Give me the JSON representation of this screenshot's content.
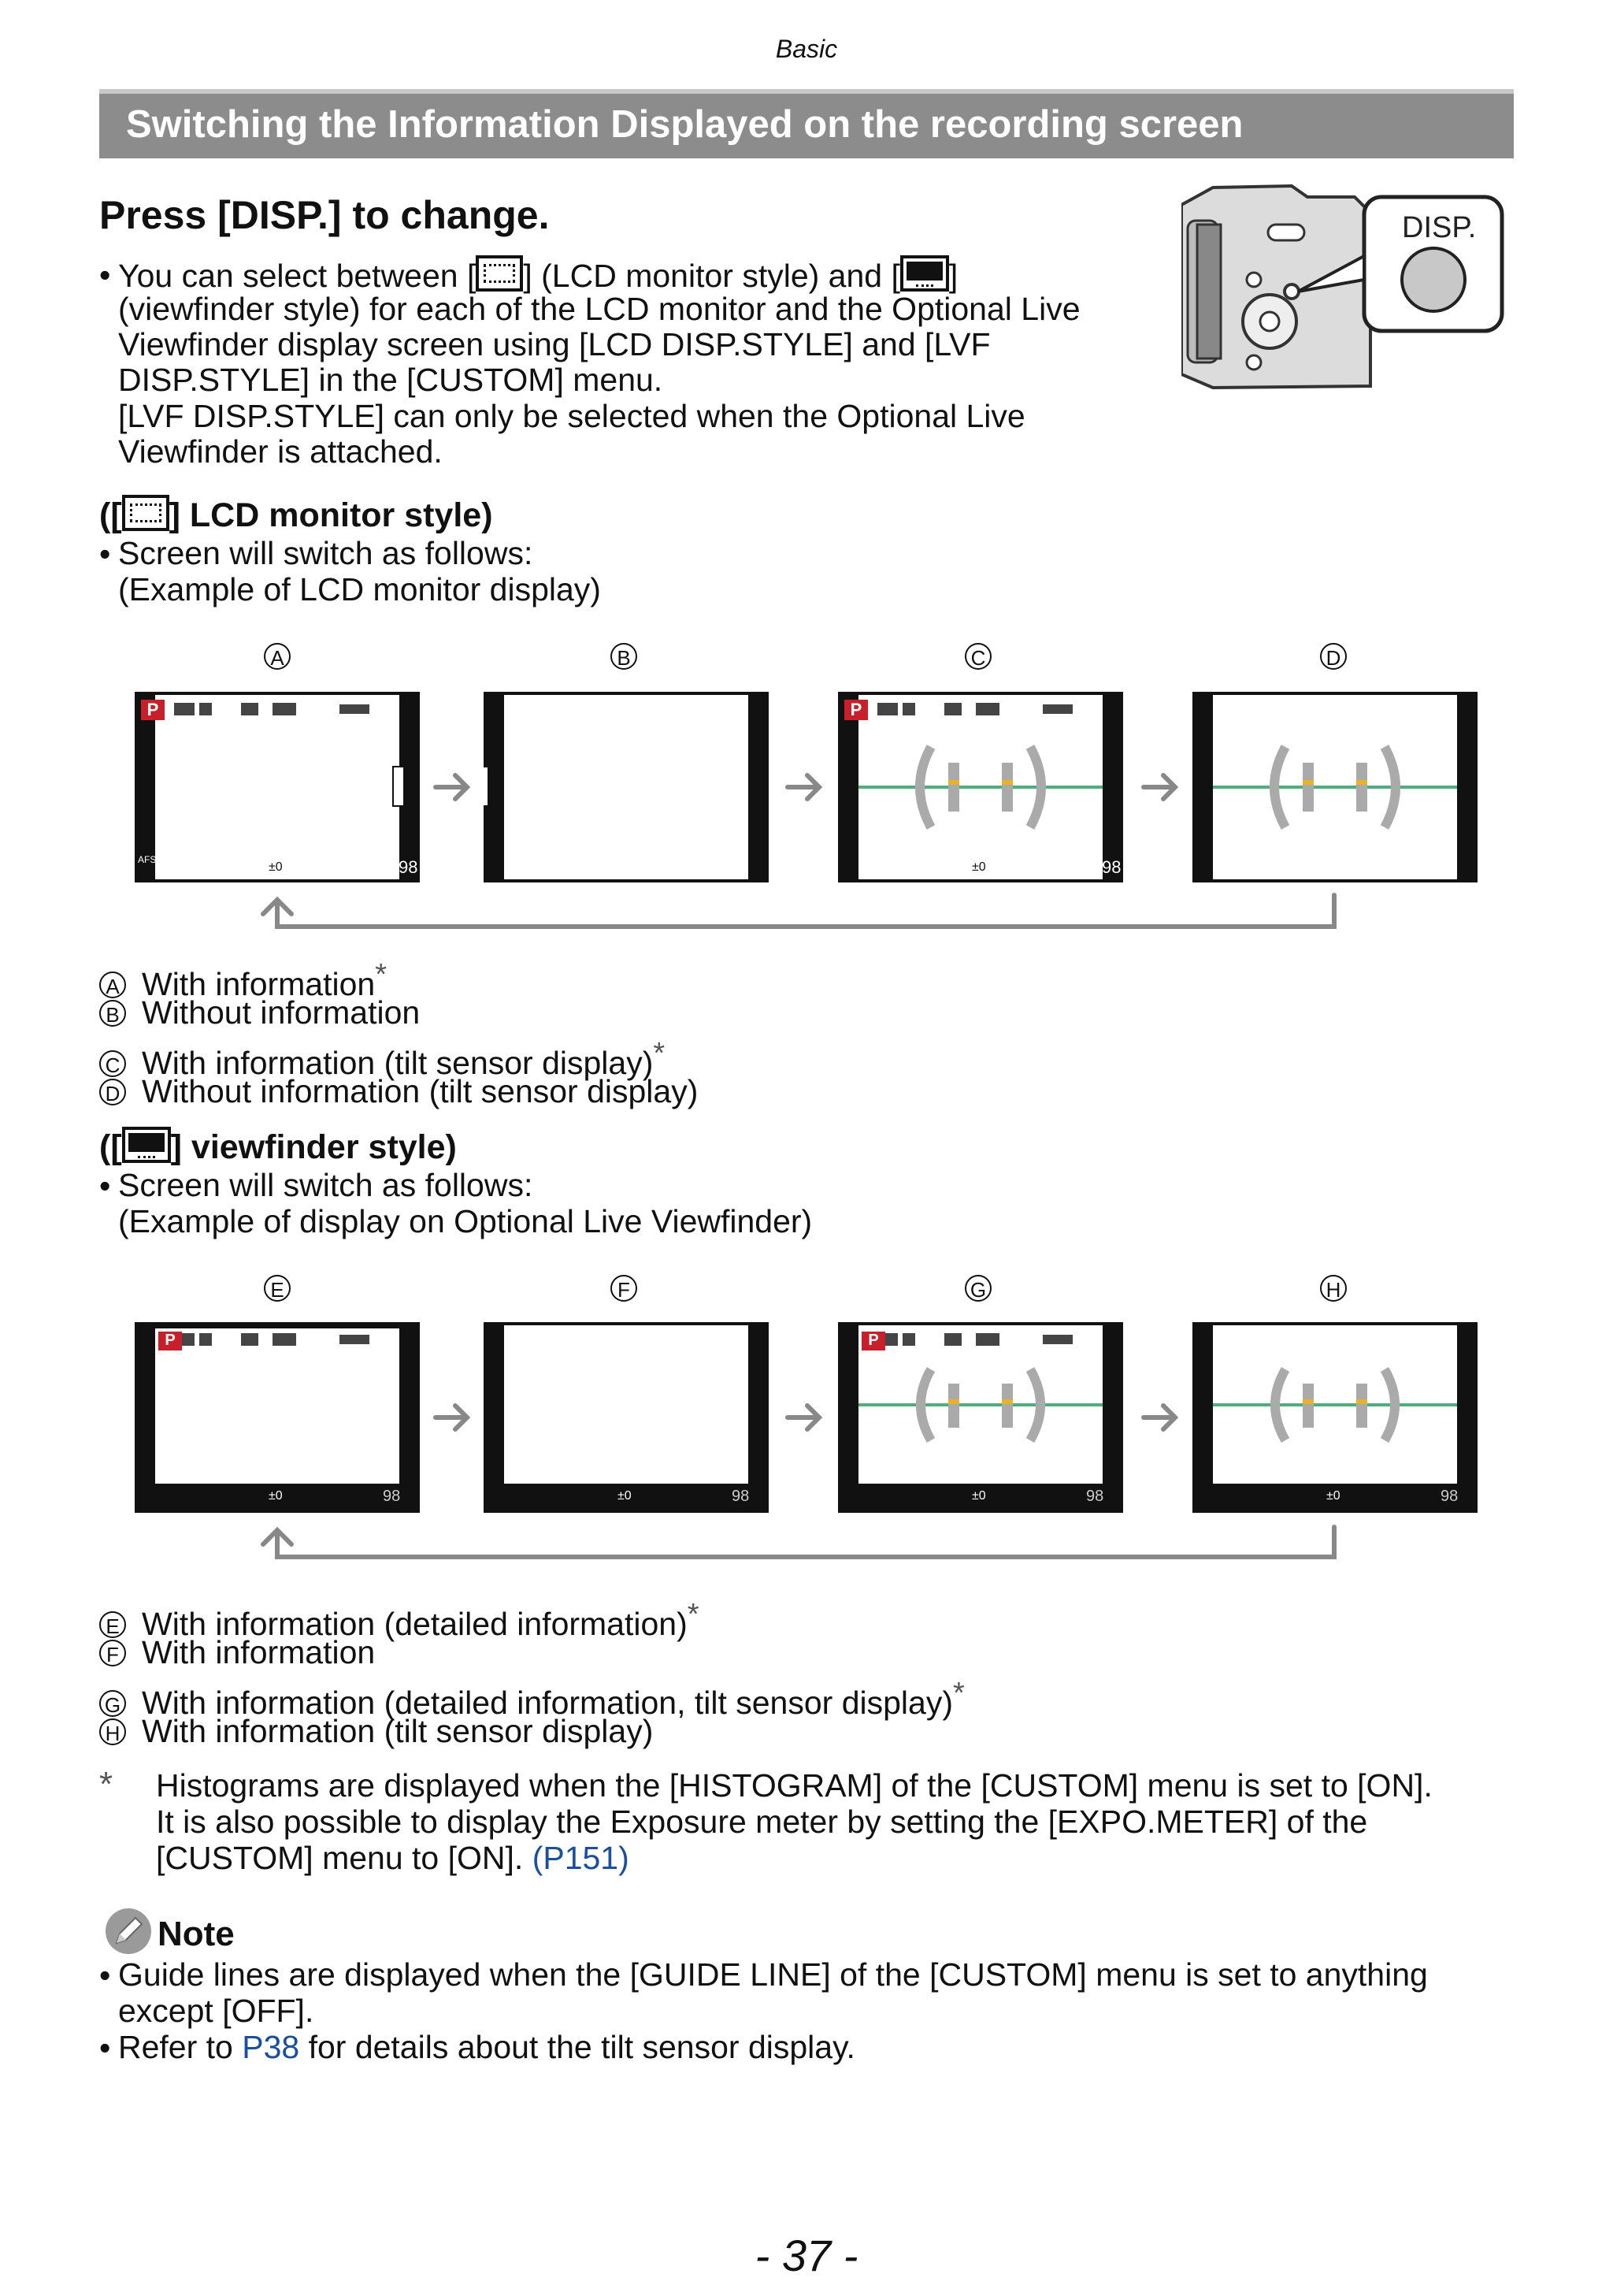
{
  "header": {
    "section": "Basic"
  },
  "title": "Switching the Information Displayed on the recording screen",
  "press_heading": "Press [DISP.] to change.",
  "camera_label": "DISP.",
  "intro": {
    "l1a": "You can select between [",
    "l1b": "] (LCD monitor style) and [",
    "l1c": "]",
    "l2": "(viewfinder style) for each of the LCD monitor and the Optional Live",
    "l3": "Viewfinder display screen using [LCD DISP.STYLE] and [LVF",
    "l4": "DISP.STYLE] in the [CUSTOM] menu.",
    "l5": "[LVF DISP.STYLE] can only be selected when the Optional Live",
    "l6": "Viewfinder is attached."
  },
  "lcd_section": {
    "h_open": "([",
    "h_rest": "] LCD monitor style)",
    "b1": "Screen will switch as follows:",
    "b2": "(Example of LCD monitor display)",
    "letters": [
      "A",
      "B",
      "C",
      "D"
    ],
    "items": [
      {
        "letter": "A",
        "text": "With information",
        "ast": "*"
      },
      {
        "letter": "B",
        "text": "Without information",
        "ast": ""
      },
      {
        "letter": "C",
        "text": "With information (tilt sensor display)",
        "ast": "*"
      },
      {
        "letter": "D",
        "text": "Without information (tilt sensor display)",
        "ast": ""
      }
    ]
  },
  "vf_section": {
    "h_open": "([",
    "h_rest": "] viewfinder style)",
    "b1": "Screen will switch as follows:",
    "b2": "(Example of display on Optional Live Viewfinder)",
    "letters": [
      "E",
      "F",
      "G",
      "H"
    ],
    "items": [
      {
        "letter": "E",
        "text": "With information (detailed information)",
        "ast": "*"
      },
      {
        "letter": "F",
        "text": "With information",
        "ast": ""
      },
      {
        "letter": "G",
        "text": "With information (detailed information, tilt sensor display)",
        "ast": "*"
      },
      {
        "letter": "H",
        "text": "With information (tilt sensor display)",
        "ast": ""
      }
    ]
  },
  "screen_text": {
    "mode": "P",
    "bottom_ev": "±0",
    "shots": "98",
    "af": "AFS"
  },
  "footnote": {
    "mark": "*",
    "l1": "Histograms are displayed when the [HISTOGRAM] of the [CUSTOM] menu is set to [ON].",
    "l2": "It is also possible to display the Exposure meter by setting the [EXPO.METER] of the",
    "l3a": "[CUSTOM] menu to [ON]. ",
    "l3link": "(P151)"
  },
  "note": {
    "title": "Note",
    "b1a": "Guide lines are displayed when the [GUIDE LINE] of the [CUSTOM] menu is set to anything",
    "b1b": "except [OFF].",
    "b2a": "Refer to ",
    "b2link": "P38",
    "b2b": " for details about the tilt sensor display."
  },
  "page_number": "- 37 -",
  "colors": {
    "title_bar": "#8c8c8c",
    "link": "#1a4fa0",
    "tilt_line": "#4caf7d",
    "mode_badge": "#c8202a",
    "tilt_marker": "#e8b22a"
  }
}
